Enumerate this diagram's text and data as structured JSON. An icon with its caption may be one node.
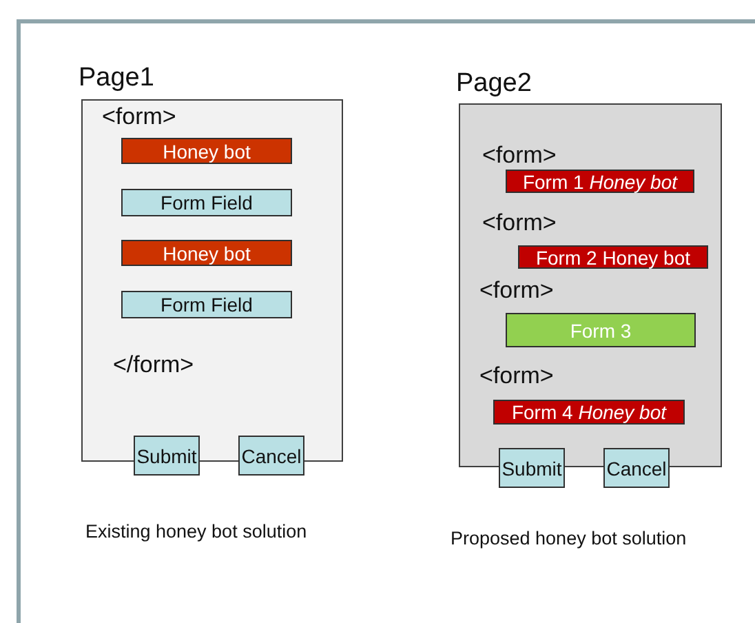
{
  "diagram": {
    "nodes": [
      {
        "text": [
          "Page1"
        ],
        "beside": [
          "Existing honey bot solution"
        ]
      },
      {
        "text": [
          "Honey bot"
        ],
        "in": 0
      },
      {
        "text": [
          "Form Field"
        ],
        "in": 0
      },
      {
        "text": [
          "Honey bot"
        ],
        "in": 0
      },
      {
        "text": [
          "Form Field"
        ],
        "in": 0
      },
      {
        "text": [
          "Submit"
        ]
      },
      {
        "text": [
          "Cancel"
        ]
      },
      {
        "text": [
          "Page2"
        ],
        "beside": [
          "Proposed honey bot solution"
        ]
      },
      {
        "text": [
          "Form 1 *Honey bot*"
        ],
        "in": 7
      },
      {
        "text": [
          "Form 2 Honey bot"
        ],
        "in": 7
      },
      {
        "text": [
          "Form 3"
        ],
        "in": 7
      },
      {
        "text": [
          "Form 4 *Honey bot*"
        ],
        "in": 7
      },
      {
        "text": [
          "Submit"
        ]
      },
      {
        "text": [
          "Cancel"
        ]
      }
    ],
    "edges": [],
    "labels": [
      "<form>",
      "</form>",
      "<form>",
      "<form>",
      "<form>",
      "<form>"
    ]
  }
}
